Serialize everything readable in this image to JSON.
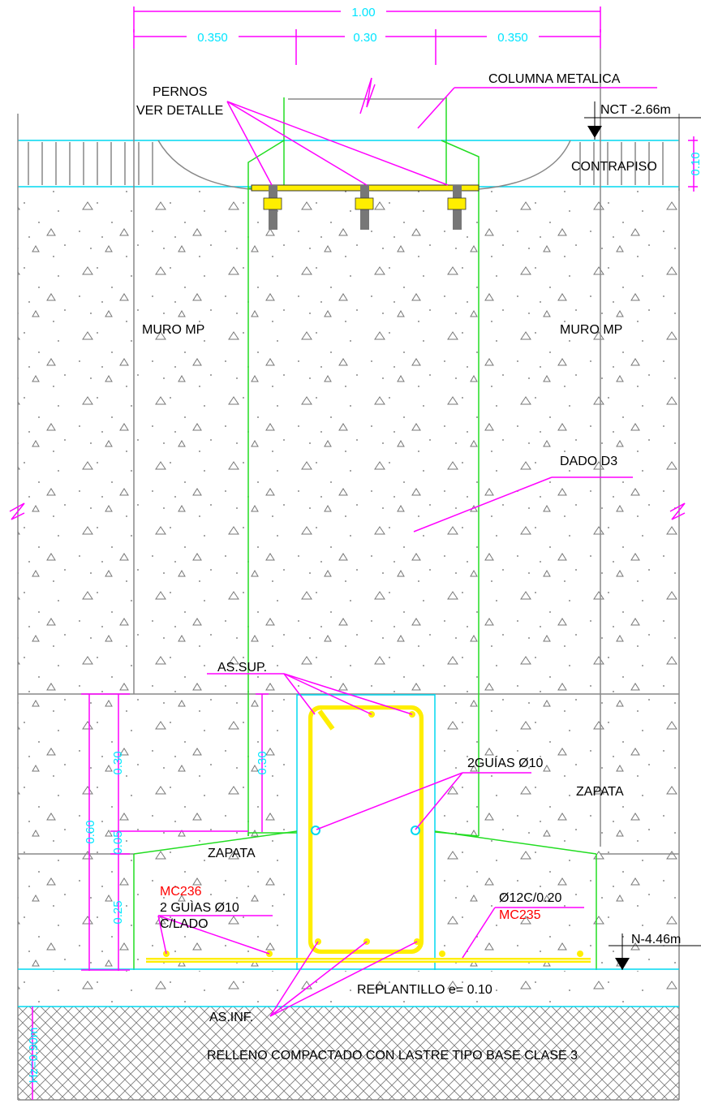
{
  "dimensions": {
    "total_width": "1.00",
    "left_width": "0.350",
    "center_width": "0.30",
    "right_width": "0.350",
    "contrapiso_thickness": "0.10",
    "zapata_depth_total": "0.60",
    "zapata_upper_left": "0.30",
    "zapata_upper_inner": "0.30",
    "zapata_step": "0.05",
    "zapata_lower": "0.25",
    "fill_height": "Hz=0.90m"
  },
  "labels": {
    "pernos_line1": "PERNOS",
    "pernos_line2": "VER DETALLE",
    "columna": "COLUMNA METALICA",
    "nct": "NCT -2.66m",
    "contrapiso": "CONTRAPISO",
    "muro_left": "MURO MP",
    "muro_right": "MURO MP",
    "dado": "DADO D3",
    "as_sup": "AS.SUP.",
    "guias_center": "2GUÍAS Ø10",
    "zapata_right": "ZAPATA",
    "zapata_left": "ZAPATA",
    "mc236": "MC236",
    "guias_side_line1": "2 GUÌAS Ø10",
    "guias_side_line2": "C/LADO",
    "bar_spacing": "Ø12C/0.20",
    "mc235": "MC235",
    "level_bottom": "N-4.46m",
    "replantillo": "REPLANTILLO e= 0.10",
    "as_inf": "AS.INF.",
    "relleno": "RELLENO COMPACTADO CON LASTRE TIPO BASE CLASE 3"
  },
  "colors": {
    "outline": "#888888",
    "dimension": "#00d8f0",
    "column_and_dado": "#22dd22",
    "leader": "#ff00ff",
    "rebar": "#ffee00",
    "accent_text": "#ff0000"
  }
}
